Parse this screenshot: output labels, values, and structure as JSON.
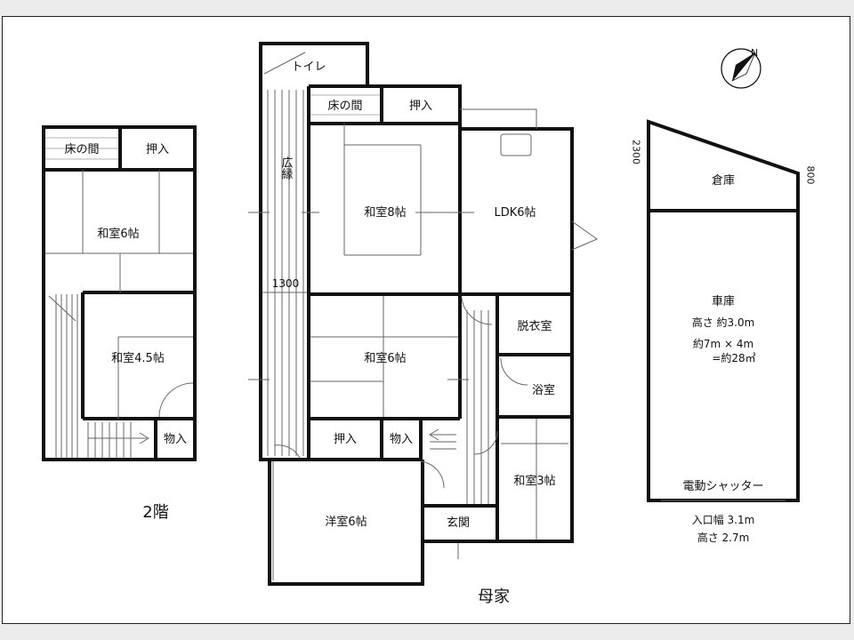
{
  "floor2": {
    "label": "2階",
    "rooms": {
      "tokonoma": "床の間",
      "oshiire": "押入",
      "washitsu6": "和室6帖",
      "washitsu45": "和室4.5帖",
      "monoire": "物入"
    }
  },
  "main_house": {
    "label": "母家",
    "rooms": {
      "toilet": "トイレ",
      "hiroen": "広縁",
      "dim_1300": "1300",
      "tokonoma": "床の間",
      "oshiire_top": "押入",
      "washitsu8": "和室8帖",
      "ldk": "LDK6帖",
      "washitsu6": "和室6帖",
      "datsuishitsu": "脱衣室",
      "yokushitsu": "浴室",
      "oshiire_bottom": "押入",
      "monoire": "物入",
      "yoshitsu": "洋室6帖",
      "genkan": "玄関",
      "washitsu3": "和室3帖"
    }
  },
  "garage": {
    "souko": "倉庫",
    "dim_left": "2300",
    "dim_right": "800",
    "shako": "車庫",
    "height": "高さ 約3.0m",
    "size": "約7m × 4m",
    "area": "=約28㎡",
    "shutter": "電動シャッター",
    "entrance_width": "入口幅 3.1m",
    "entrance_height": "高さ 2.7m"
  },
  "compass": {
    "north": "N"
  },
  "colors": {
    "wall": "#111111",
    "background": "#ffffff",
    "outer": "#ececec"
  }
}
